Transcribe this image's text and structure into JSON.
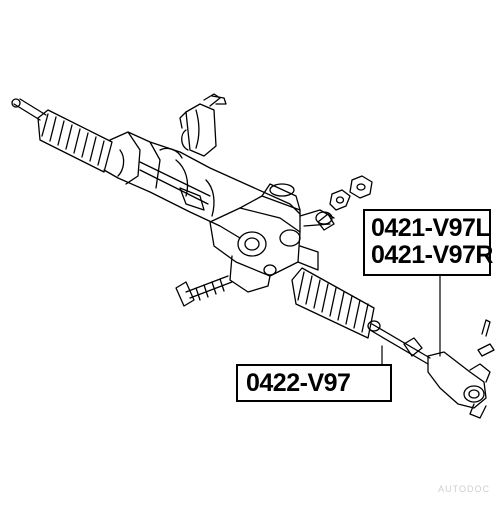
{
  "diagram": {
    "parts": [
      {
        "number": "0421-V97L"
      },
      {
        "number": "0421-V97R"
      },
      {
        "number": "0422-V97"
      }
    ]
  },
  "watermark": "AUTODOC",
  "colors": {
    "line": "#000000",
    "background": "#ffffff"
  }
}
